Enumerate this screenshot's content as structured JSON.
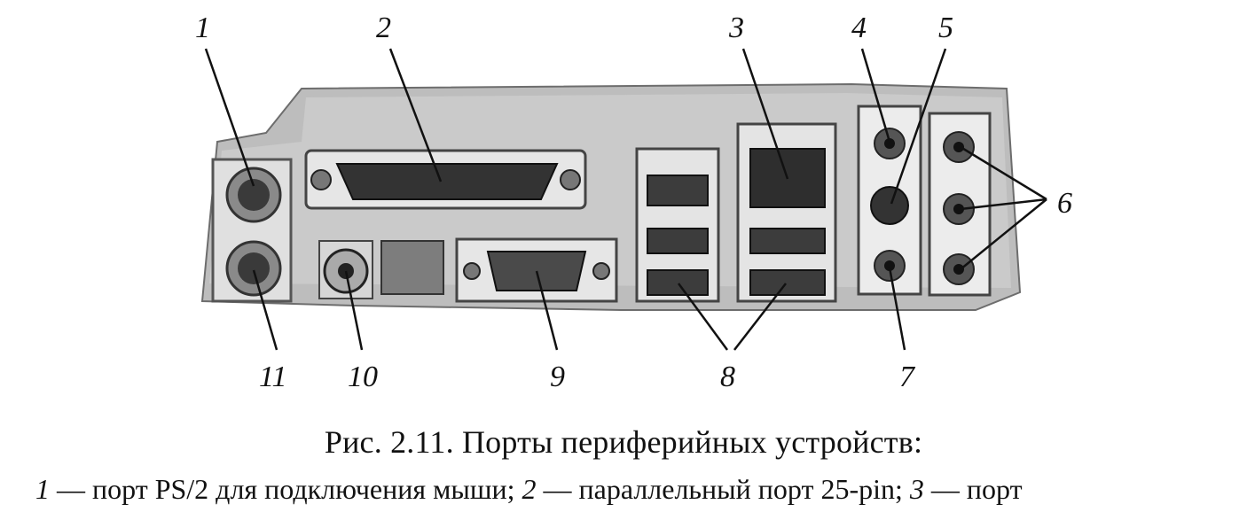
{
  "figure": {
    "callouts": [
      {
        "id": "1",
        "label": "1"
      },
      {
        "id": "2",
        "label": "2"
      },
      {
        "id": "3",
        "label": "3"
      },
      {
        "id": "4",
        "label": "4"
      },
      {
        "id": "5",
        "label": "5"
      },
      {
        "id": "6",
        "label": "6"
      },
      {
        "id": "7",
        "label": "7"
      },
      {
        "id": "8",
        "label": "8"
      },
      {
        "id": "9",
        "label": "9"
      },
      {
        "id": "10",
        "label": "10"
      },
      {
        "id": "11",
        "label": "11"
      }
    ]
  },
  "caption": {
    "title": "Рис. 2.11. Порты периферийных устройств:",
    "items": [
      {
        "num": "1",
        "text": " — порт PS/2 для подключения мыши; "
      },
      {
        "num": "2",
        "text": " — параллельный порт 25-pin; "
      },
      {
        "num": "3",
        "text": " — порт"
      }
    ]
  }
}
